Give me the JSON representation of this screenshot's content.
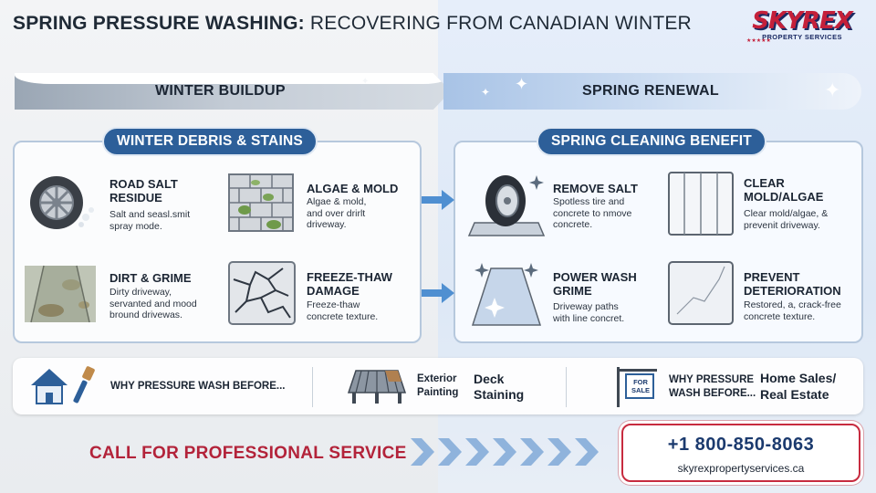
{
  "header": {
    "title_bold": "SPRING PRESSURE WASHING:",
    "title_rest": " RECOVERING FROM CANADIAN WINTER"
  },
  "logo": {
    "word": "SKYREX",
    "sub": "PROPERTY SERVICES"
  },
  "banners": {
    "left": "WINTER BUILDUP",
    "right": "SPRING RENEWAL"
  },
  "winter_panel": {
    "heading": "WINTER DEBRIS & STAINS",
    "items": [
      {
        "title": "ROAD SALT\nRESIDUE",
        "desc": "Salt and seasl.smit\nspray mode.",
        "icon": "tire-icon"
      },
      {
        "title": "ALGAE & MOLD",
        "desc": "Algae & mold,\nand over drirlt\ndriveway.",
        "icon": "mossy-brick-icon"
      },
      {
        "title": "DIRT & GRIME",
        "desc": "Dirty driveway,\nservanted and mood\nbround drivewas.",
        "icon": "dirty-driveway-icon"
      },
      {
        "title": "FREEZE-THAW\nDAMAGE",
        "desc": "Freeze-thaw\nconcrete texture.",
        "icon": "cracked-concrete-icon"
      }
    ]
  },
  "spring_panel": {
    "heading": "SPRING CLEANING BENEFIT",
    "items": [
      {
        "title": "REMOVE SALT",
        "desc": "Spotless tire and\nconcrete to nmove\nconcrete.",
        "icon": "clean-tire-icon"
      },
      {
        "title": "CLEAR\nMOLD/ALGAE",
        "desc": "Clear mold/algae, &\nprevenit driveway.",
        "icon": "clean-panel-icon"
      },
      {
        "title": "POWER WASH\nGRIME",
        "desc": "Driveway paths\nwith line concret.",
        "icon": "clean-driveway-icon"
      },
      {
        "title": "PREVENT\nDETERIORATION",
        "desc": "Restored, a, crack-free\nconcrete texture.",
        "icon": "restored-concrete-icon"
      }
    ]
  },
  "bottom_bar": {
    "why_1": "WHY PRESSURE WASH BEFORE...",
    "exterior": "Exterior\nPainting",
    "deck": "Deck\nStaining",
    "sign_text": "FOR\nSALE",
    "why_2": "WHY PRESSURE\nWASH BEFORE...",
    "home_sales": "Home Sales/\nReal Estate"
  },
  "cta": {
    "label": "CALL FOR PROFESSIONAL SERVICE",
    "phone": "+1 800-850-8063",
    "website": "skyrexpropertyservices.ca"
  },
  "colors": {
    "accent_blue": "#2d5f99",
    "brand_red": "#c4203a",
    "navy": "#1b2a63"
  }
}
